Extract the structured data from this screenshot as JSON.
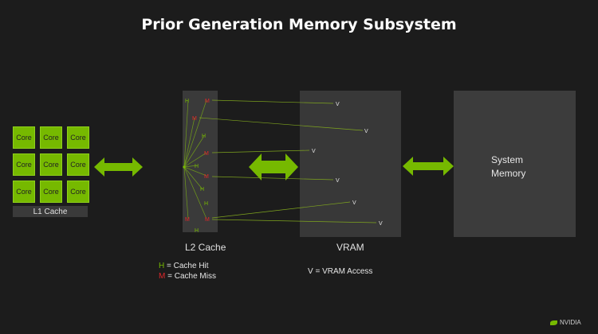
{
  "title": "Prior Generation Memory Subsystem",
  "l1": {
    "label": "L1 Cache",
    "cores": [
      "Core",
      "Core",
      "Core",
      "Core",
      "Core",
      "Core",
      "Core",
      "Core",
      "Core"
    ]
  },
  "l2": {
    "label": "L2 Cache"
  },
  "vram": {
    "label": "VRAM"
  },
  "system_memory": {
    "label_line1": "System",
    "label_line2": "Memory"
  },
  "markers": {
    "hit": "H",
    "miss": "M",
    "vram_access": "V"
  },
  "legend": {
    "hit_key": "H",
    "hit_text": " = Cache Hit",
    "miss_key": "M",
    "miss_text": " = Cache Miss",
    "vram_text": "V = VRAM Access"
  },
  "brand": {
    "name": "NVIDIA"
  },
  "colors": {
    "accent": "#76b900",
    "miss": "#e0272b",
    "background": "#1c1c1c"
  }
}
